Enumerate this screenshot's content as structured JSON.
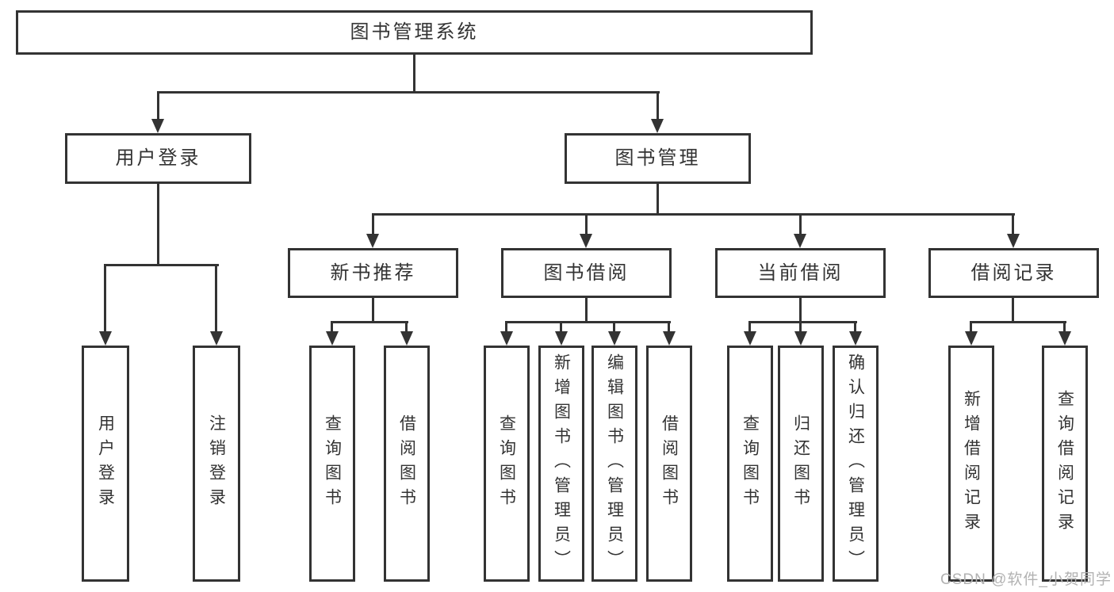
{
  "diagram": {
    "title_node": "图书管理系统",
    "nodes": {
      "root": "图书管理系统",
      "user_login": "用户登录",
      "book_mgmt": "图书管理",
      "new_books": "新书推荐",
      "book_borrow": "图书借阅",
      "current_borrow": "当前借阅",
      "borrow_records": "借阅记录"
    },
    "leaves": {
      "user_login": [
        "用户登录",
        "注销登录"
      ],
      "new_books": [
        "查询图书",
        "借阅图书"
      ],
      "book_borrow": [
        "查询图书",
        "新增图书（管理员）",
        "编辑图书（管理员）",
        "借阅图书"
      ],
      "current_borrow": [
        "查询图书",
        "归还图书",
        "确认归还（管理员）"
      ],
      "borrow_records": [
        "新增借阅记录",
        "查询借阅记录"
      ]
    },
    "colors": {
      "line": "#333333",
      "text": "#333333",
      "background": "#ffffff"
    }
  },
  "watermark": {
    "text": "CSDN @软件_小贺同学",
    "color": "#b2b2b2"
  }
}
